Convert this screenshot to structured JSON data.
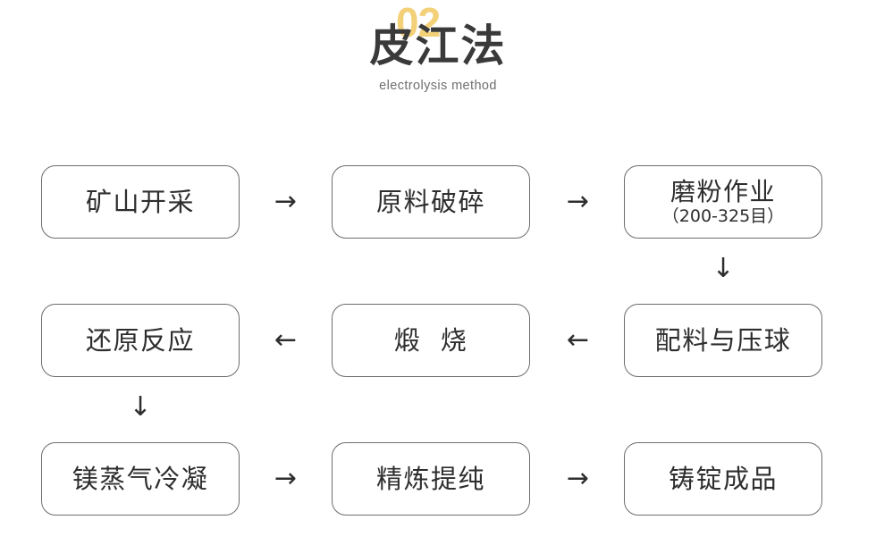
{
  "header": {
    "badge_number": "02",
    "title_cn": "皮江法",
    "title_en": "electrolysis method",
    "accent_color": "#F3D179",
    "title_color": "#3A3A3A",
    "subtitle_color": "#6F6F6F"
  },
  "flow": {
    "border_color": "#6D6D6D",
    "text_color": "#2E2E2E",
    "arrow_right": "→",
    "arrow_left": "←",
    "arrow_down": "↓",
    "rows": [
      {
        "nodes": [
          {
            "label": "矿山开采",
            "sub": ""
          },
          {
            "label": "原料破碎",
            "sub": ""
          },
          {
            "label": "磨粉作业",
            "sub": "（200-325目）"
          }
        ],
        "connectors": [
          "→",
          "→"
        ]
      },
      {
        "nodes": [
          {
            "label": "还原反应",
            "sub": ""
          },
          {
            "label": "煅  烧",
            "sub": ""
          },
          {
            "label": "配料与压球",
            "sub": ""
          }
        ],
        "connectors": [
          "←",
          "←"
        ]
      },
      {
        "nodes": [
          {
            "label": "镁蒸气冷凝",
            "sub": ""
          },
          {
            "label": "精炼提纯",
            "sub": ""
          },
          {
            "label": "铸锭成品",
            "sub": ""
          }
        ],
        "connectors": [
          "→",
          "→"
        ]
      }
    ],
    "vertical_connectors": [
      {
        "from": "磨粉作业",
        "to": "配料与压球",
        "glyph": "↓"
      },
      {
        "from": "还原反应",
        "to": "镁蒸气冷凝",
        "glyph": "↓"
      }
    ]
  }
}
